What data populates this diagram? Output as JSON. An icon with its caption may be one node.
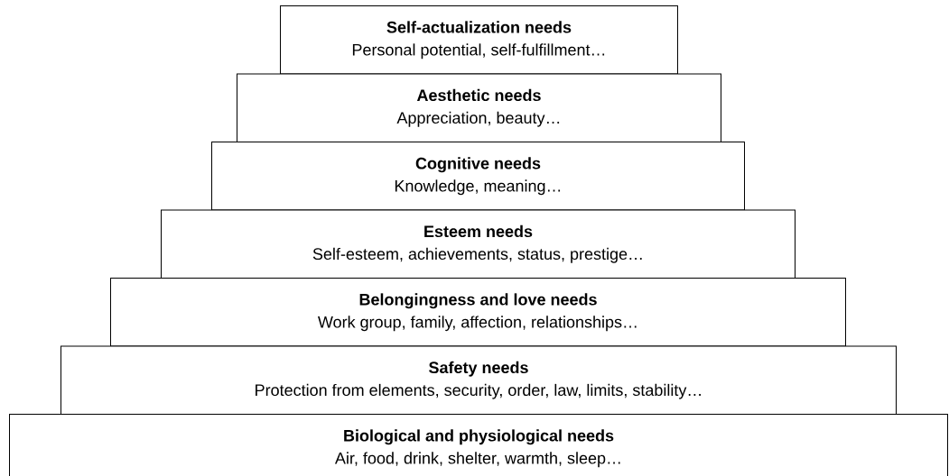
{
  "diagram": {
    "nodes": [
      {
        "text": [
          "Self-actualization needs",
          "Personal potential, self-fulfillment…"
        ]
      },
      {
        "text": [
          "Aesthetic needs",
          "Appreciation, beauty…"
        ]
      },
      {
        "text": [
          "Cognitive needs",
          "Knowledge, meaning…"
        ]
      },
      {
        "text": [
          "Esteem needs",
          "Self-esteem, achievements, status, prestige…"
        ]
      },
      {
        "text": [
          "Belongingness and love needs",
          "Work group, family, affection, relationships…"
        ]
      },
      {
        "text": [
          "Safety needs",
          "Protection from elements, security, order, law, limits, stability…"
        ]
      },
      {
        "text": [
          "Biological and physiological needs",
          "Air, food, drink, shelter, warmth, sleep…"
        ]
      }
    ]
  }
}
